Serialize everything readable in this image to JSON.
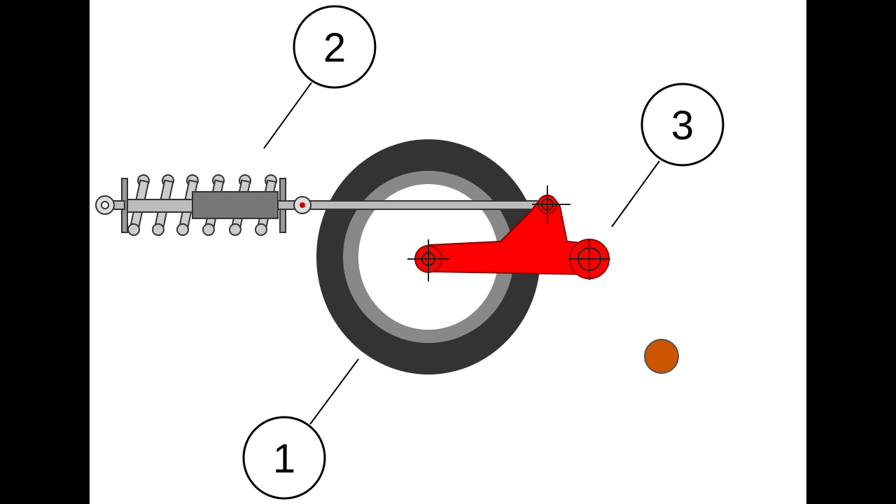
{
  "callouts": {
    "one": {
      "label": "1"
    },
    "two": {
      "label": "2"
    },
    "three": {
      "label": "3"
    }
  },
  "colors": {
    "letterbox": "#000000",
    "canvas": "#ffffff",
    "tire": "#333333",
    "rim": "#888888",
    "arm": "#ff0000",
    "shock_body": "#777777",
    "shock_rod": "#bbbbbb",
    "spring": "#cccccc",
    "dot": "#cc5500"
  },
  "icons": {
    "wheel": "wheel-icon",
    "shock": "shock-absorber-icon",
    "arm": "swing-arm-icon",
    "dot": "indicator-dot-icon"
  }
}
